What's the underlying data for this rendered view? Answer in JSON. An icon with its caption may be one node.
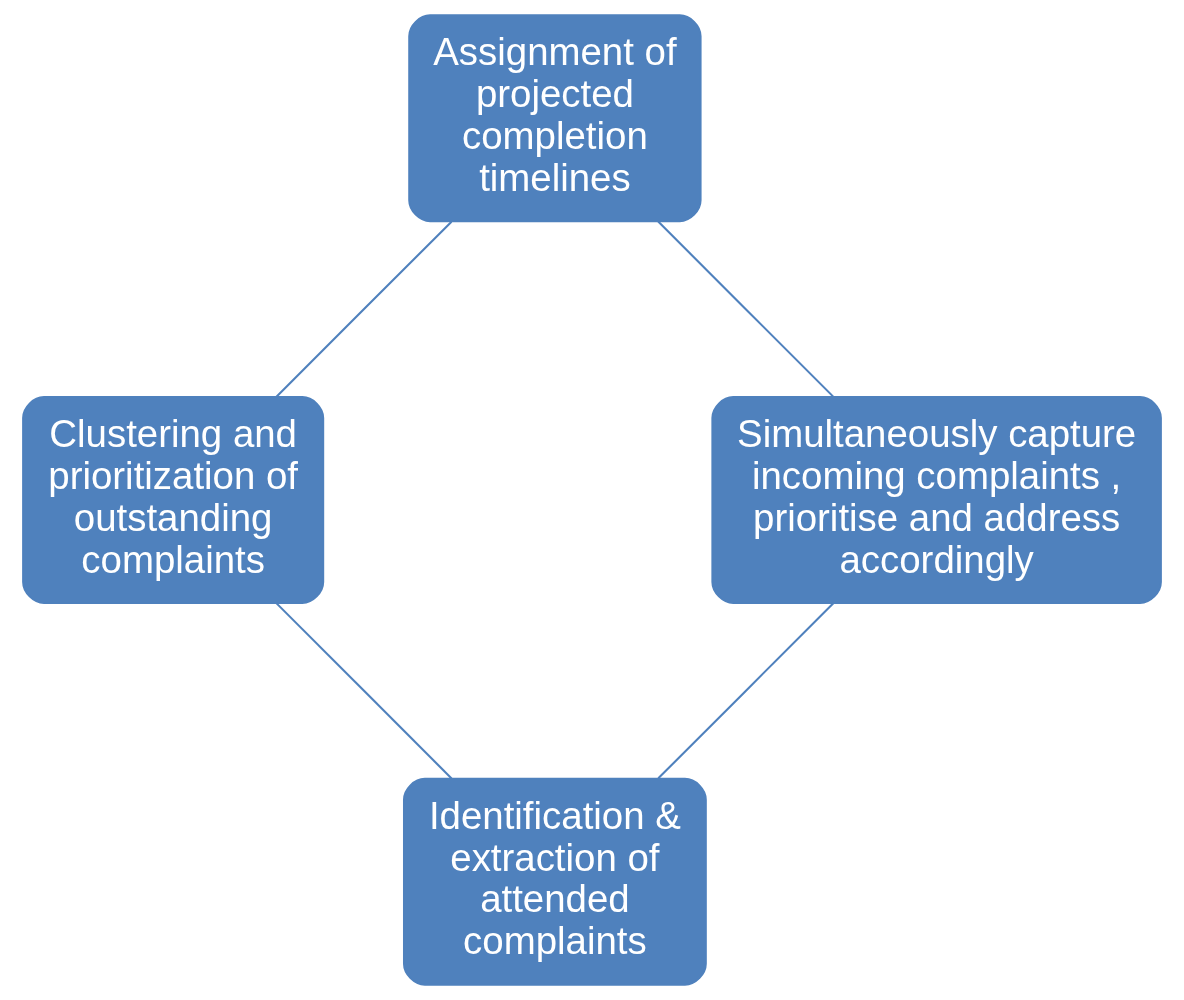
{
  "diagram": {
    "nodes": [
      {
        "text": [
          "Identification & extraction of attended complaints"
        ]
      },
      {
        "text": [
          "Simultaneously capture incoming complaints , prioritise and address accordingly"
        ]
      },
      {
        "text": [
          "Clustering and prioritization of outstanding complaints"
        ]
      },
      {
        "text": [
          "Assignment of projected completion timelines"
        ]
      }
    ],
    "edges": [
      {
        "from": 0,
        "to": 2,
        "arrow": "none"
      },
      {
        "from": 2,
        "to": 3,
        "arrow": "none"
      },
      {
        "from": 3,
        "to": 1,
        "arrow": "none"
      },
      {
        "from": 1,
        "to": 0,
        "arrow": "none"
      }
    ]
  }
}
